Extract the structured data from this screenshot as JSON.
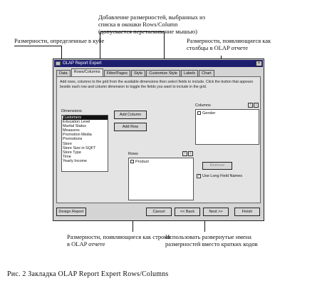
{
  "annotations": {
    "top_center": "Добавление размерностей, выбранных из списка в окошки Rows/Column (допускается перетаскивание мышью)",
    "top_left": "Размерности, определенные в кубе",
    "top_right": "Размерности, появляющиеся как столбцы в OLAP отчете",
    "bottom_left": "Размерности, появляющиеся как строки в OLAP отчете",
    "bottom_right": "Использовать развернутые имена размерностей вместо кратких кодов"
  },
  "window": {
    "title": "OLAP Report Expert",
    "close_glyph": "×",
    "tabs": [
      "Data",
      "Rows/Columns",
      "Filter/Pages",
      "Style",
      "Customize Style",
      "Labels",
      "Chart"
    ],
    "active_tab": 1,
    "hint": "Add rows, columns to the grid from the available dimensions then select fields to include. Click the button that appears beside each row and column dimension to toggle the fields you want to include in the grid.",
    "dimensions_label": "Dimensions",
    "dimensions": [
      "Customers",
      "Education Level",
      "Marital Status",
      "Measures",
      "Promotion Media",
      "Promotions",
      "Store",
      "Store Size in SQFT",
      "Store Type",
      "Time",
      "Yearly Income"
    ],
    "selected_dimension": "Customers",
    "add_column_label": "Add Column",
    "add_row_label": "Add Row",
    "columns_label": "Columns",
    "columns_items": [
      "Gender"
    ],
    "rows_label": "Rows",
    "rows_items": [
      "Product"
    ],
    "remove_label": "Remove",
    "long_names_label": "Use Long Field Names",
    "long_names_checked": true,
    "check_glyph": "✓",
    "design_report_label": "Design Report",
    "cancel_label": "Cancel",
    "back_label": "<< Back",
    "next_label": "Next >>",
    "finish_label": "Finish"
  },
  "caption": "Рис. 2  Закладка OLAP Report Expert Rows/Columns"
}
